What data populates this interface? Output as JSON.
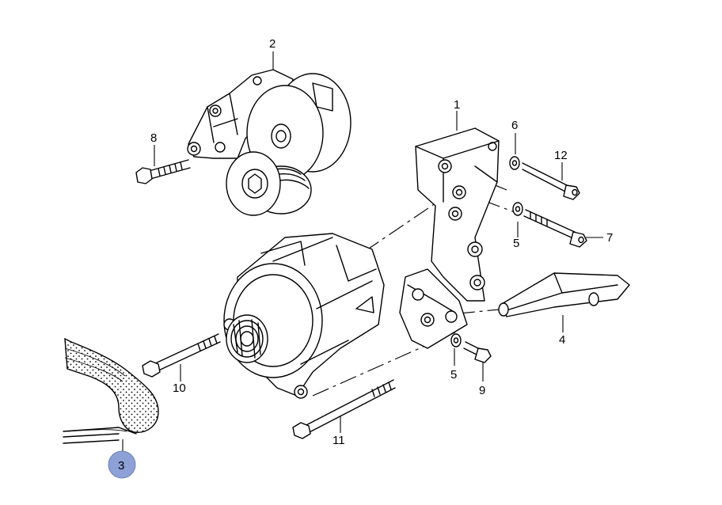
{
  "callouts": {
    "c1": "1",
    "c2": "2",
    "c3": "3",
    "c4": "4",
    "c5a": "5",
    "c5b": "5",
    "c6": "6",
    "c7": "7",
    "c8": "8",
    "c9": "9",
    "c10": "10",
    "c11": "11",
    "c12": "12"
  },
  "colors": {
    "highlight": "#8da1d6",
    "line": "#000000",
    "background": "#ffffff"
  }
}
